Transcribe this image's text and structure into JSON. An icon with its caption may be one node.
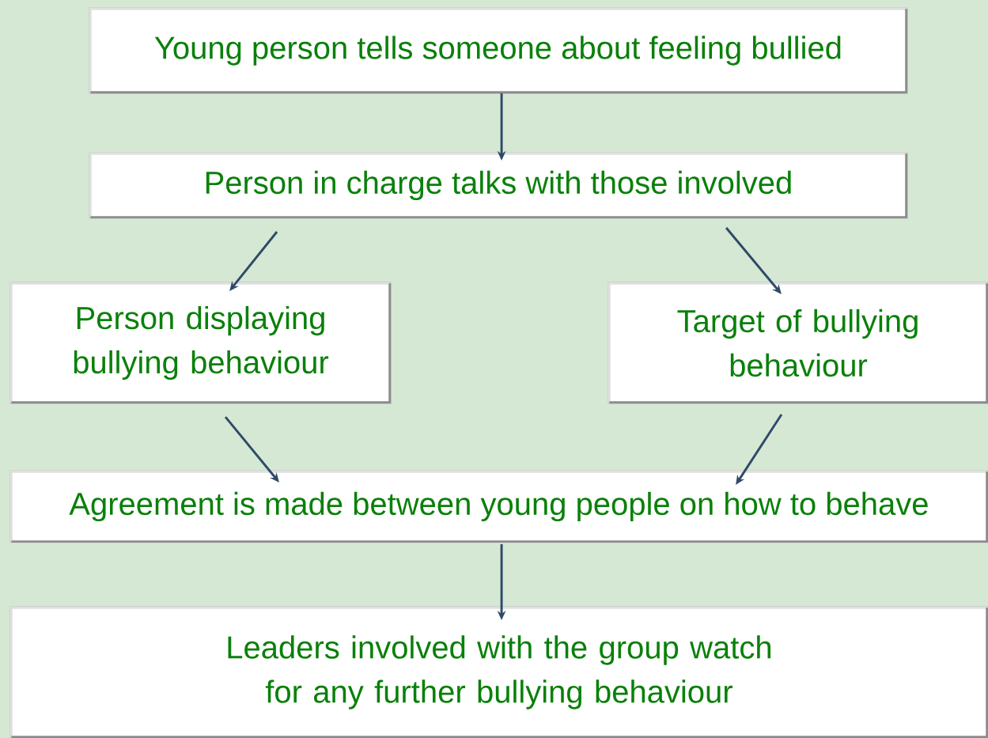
{
  "diagram": {
    "nodes": [
      {
        "text": [
          "Young person tells someone about feeling bullied"
        ]
      },
      {
        "text": [
          "Person in charge talks with those involved"
        ]
      },
      {
        "text": [
          "Person displaying bullying behaviour"
        ]
      },
      {
        "text": [
          "Target of bullying behaviour"
        ]
      },
      {
        "text": [
          "Agreement is made between young people on how to behave"
        ]
      },
      {
        "text": [
          "Leaders involved with the group watch for any further bullying behaviour"
        ]
      }
    ],
    "edges": [
      {
        "from": 0,
        "to": 1,
        "arrow": "to"
      },
      {
        "from": 1,
        "to": 2,
        "arrow": "to"
      },
      {
        "from": 1,
        "to": 3,
        "arrow": "to"
      },
      {
        "from": 2,
        "to": 4,
        "arrow": "to"
      },
      {
        "from": 3,
        "to": 4,
        "arrow": "to"
      },
      {
        "from": 4,
        "to": 5,
        "arrow": "to"
      }
    ]
  }
}
